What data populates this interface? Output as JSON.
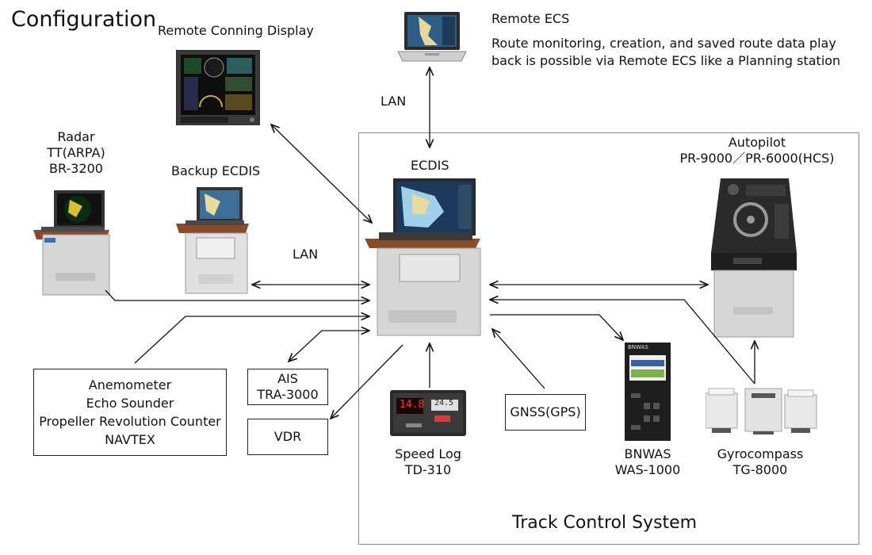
{
  "title": "Configuration",
  "remote_conning": {
    "label": "Remote Conning Display"
  },
  "remote_ecs": {
    "label": "Remote ECS",
    "desc_line1": "Route monitoring, creation, and saved route data play",
    "desc_line2": "back is possible via Remote ECS like a Planning station"
  },
  "lan_top": "LAN",
  "lan_mid": "LAN",
  "radar": {
    "line1": "Radar",
    "line2": "TT(ARPA)",
    "line3": "BR-3200"
  },
  "backup_ecdis": {
    "label": "Backup ECDIS"
  },
  "ecdis": {
    "label": "ECDIS"
  },
  "autopilot": {
    "line1": "Autopilot",
    "line2": "PR-9000／PR-6000(HCS)"
  },
  "sensors_box": {
    "items": [
      "Anemometer",
      "Echo Sounder",
      "Propeller Revolution Counter",
      "NAVTEX"
    ]
  },
  "ais_box": {
    "line1": "AIS",
    "line2": "TRA-3000"
  },
  "vdr_box": {
    "label": "VDR"
  },
  "gnss_box": {
    "label": "GNSS(GPS)"
  },
  "speed_log": {
    "line1": "Speed Log",
    "line2": "TD-310",
    "display_left": "14.8",
    "display_right": "24.5"
  },
  "bnwas": {
    "line1": "BNWAS",
    "line2": "WAS-1000",
    "panel_title": "BNWAS"
  },
  "gyrocompass": {
    "line1": "Gyrocompass",
    "line2": "TG-8000"
  },
  "tcs_label": "Track Control System",
  "colors": {
    "line": "#111111",
    "frame": "#888888",
    "console": "#d6d6d6",
    "wood": "#8a4b2a",
    "screen": "#1d3a5c"
  }
}
